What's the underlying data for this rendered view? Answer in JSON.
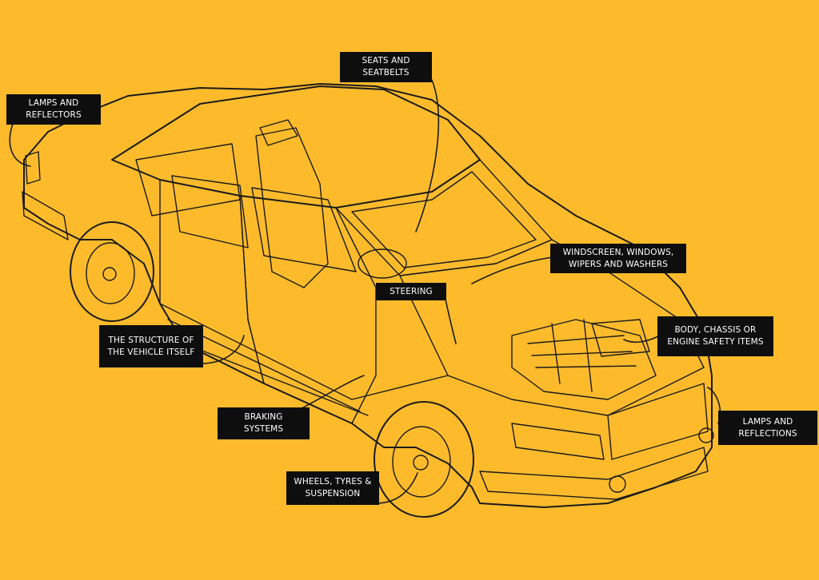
{
  "labels": {
    "seats": "SEATS AND\nSEATBELTS",
    "lamps_rear": "LAMPS AND\nREFLECTORS",
    "windscreen": "WINDSCREEN, WINDOWS,\nWIPERS AND WASHERS",
    "steering": "STEERING",
    "body_chassis": "BODY, CHASSIS OR\nENGINE SAFETY ITEMS",
    "structure": "THE STRUCTURE OF\nTHE VEHICLE ITSELF",
    "braking": "BRAKING\nSYSTEMS",
    "lamps_front": "LAMPS AND\nREFLECTIONS",
    "wheels": "WHEELS, TYRES &\nSUSPENSION"
  },
  "colors": {
    "background": "#FDBB2C",
    "label_bg": "#0E0E0E",
    "label_text": "#FFFFFF",
    "line": "#1B1B1B"
  }
}
